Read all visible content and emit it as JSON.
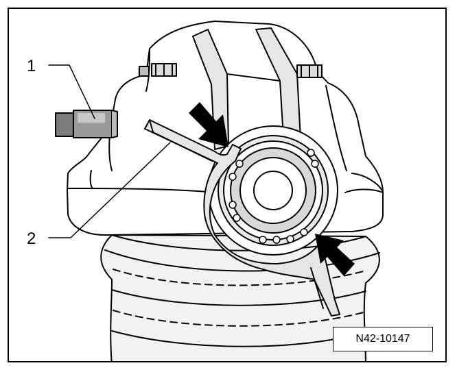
{
  "figure": {
    "callouts": [
      {
        "number": "1"
      },
      {
        "number": "2"
      }
    ],
    "reference_code": "N42-10147"
  },
  "colors": {
    "line": "#000000",
    "background": "#ffffff",
    "shade_light": "#e6e6e6",
    "shade_mid": "#bdbdbd",
    "shade_dark": "#7a7a7a"
  },
  "icons": [
    "arrow-icon"
  ]
}
